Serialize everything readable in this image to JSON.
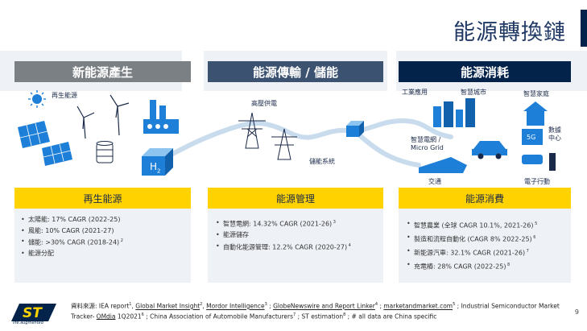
{
  "title": "能源轉換鏈",
  "columns": [
    {
      "header": "新能源產生",
      "subheader": "再生能源",
      "bullets": [
        "太陽能: 17% CAGR (2022-25)",
        "風能: 10% CAGR (2021-27)",
        "儲能: >30% CAGR (2018-24)",
        "能源分配"
      ],
      "bullet_sups": [
        "",
        "",
        "2",
        ""
      ]
    },
    {
      "header": "能源傳輸 / 儲能",
      "subheader": "能源管理",
      "bullets": [
        "智慧電網: 14.32% CAGR (2021-26)",
        "能源儲存",
        "自動化能源管理: 12.2% CAGR (2020-27)"
      ],
      "bullet_sups": [
        "3",
        "",
        "4"
      ]
    },
    {
      "header": "能源消耗",
      "subheader": "能源消費",
      "bullets": [
        "智慧農業 (全球 CAGR 10.1%, 2021-26)",
        "製造和流程自動化 (CAGR 8%  2022-25)",
        "新能源汽車: 32.1% CAGR (2021-26)",
        "充電樁: 28% CAGR (2022-25)"
      ],
      "bullet_sups": [
        "5",
        "6",
        "7",
        "8"
      ]
    }
  ],
  "diagram_labels": {
    "renewable": "再生能源",
    "h2": "H",
    "h2_sub": "2",
    "hv_power": "高壓供電",
    "storage_system": "儲能系統",
    "industrial": "工業應用",
    "smart_city": "智慧城市",
    "smart_home": "智慧家庭",
    "smart_grid_line1": "智慧電網 /",
    "smart_grid_line2": "Micro Grid",
    "data_center_line1": "數據",
    "data_center_line2": "中心",
    "fiveg": "5G",
    "transport": "交通",
    "e_mobility": "電子行動"
  },
  "sources": {
    "prefix": "資料來源: ",
    "items": [
      {
        "text": "IEA report",
        "sup": "1",
        "underline": false,
        "sep": ", "
      },
      {
        "text": "Global Market Insight",
        "sup": "2",
        "underline": true,
        "sep": ", "
      },
      {
        "text": "Mordor Intelligence",
        "sup": "3",
        "underline": true,
        "sep": " ; "
      },
      {
        "text": "GlobeNewswire and Report Linker",
        "sup": "4",
        "underline": true,
        "sep": " ; "
      },
      {
        "text": "marketandmarket.com",
        "sup": "5",
        "underline": true,
        "sep": " ; Industrial Semiconductor Market Tracker- "
      },
      {
        "text": "OMdia",
        "sup": "",
        "underline": true,
        "sep": " "
      },
      {
        "text": "1Q2021",
        "sup": "6",
        "underline": false,
        "sep": " ; "
      },
      {
        "text": "China Association of Automobile Manufacturers",
        "sup": "7",
        "underline": false,
        "sep": " ; "
      },
      {
        "text": "ST estimation",
        "sup": "8",
        "underline": false,
        "sep": " ; # all data are China specific"
      }
    ]
  },
  "page_number": "9",
  "logo_text": "ST",
  "logo_tagline": "life.augmented",
  "colors": {
    "navy": "#03234b",
    "slate": "#3c5271",
    "gray": "#7b8085",
    "yellow": "#ffd200",
    "light_panel": "#eef1f6",
    "accent_blue": "#1e7fd9"
  }
}
